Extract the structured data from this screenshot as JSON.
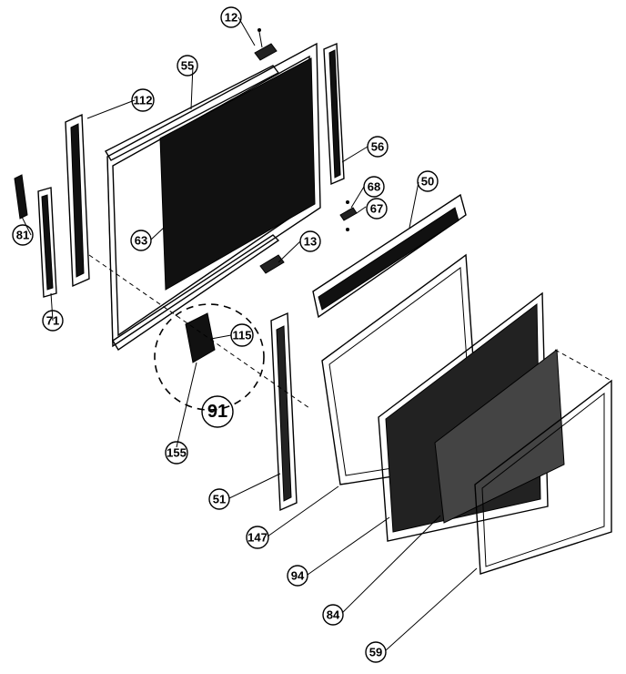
{
  "diagram": {
    "callouts": [
      {
        "id": "c12",
        "label": "12"
      },
      {
        "id": "c55",
        "label": "55"
      },
      {
        "id": "c112",
        "label": "112"
      },
      {
        "id": "c56",
        "label": "56"
      },
      {
        "id": "c68",
        "label": "68"
      },
      {
        "id": "c67",
        "label": "67"
      },
      {
        "id": "c50",
        "label": "50"
      },
      {
        "id": "c81",
        "label": "81"
      },
      {
        "id": "c63",
        "label": "63"
      },
      {
        "id": "c13",
        "label": "13"
      },
      {
        "id": "c71",
        "label": "71"
      },
      {
        "id": "c115",
        "label": "115"
      },
      {
        "id": "c91",
        "label": "91"
      },
      {
        "id": "c155",
        "label": "155"
      },
      {
        "id": "c51",
        "label": "51"
      },
      {
        "id": "c147",
        "label": "147"
      },
      {
        "id": "c94",
        "label": "94"
      },
      {
        "id": "c84",
        "label": "84"
      },
      {
        "id": "c59",
        "label": "59"
      }
    ]
  }
}
